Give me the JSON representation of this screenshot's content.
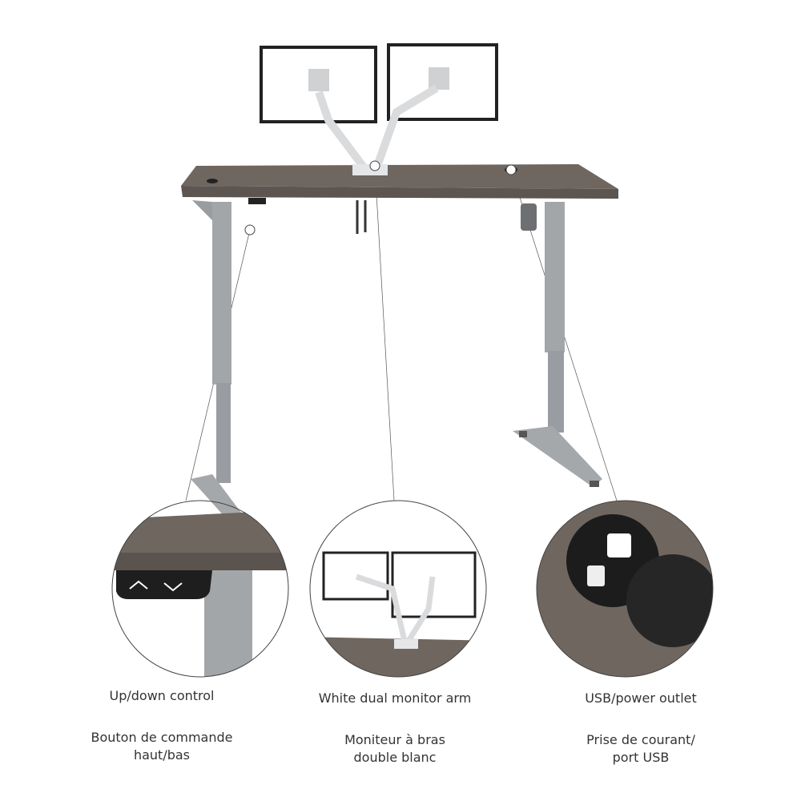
{
  "features": [
    {
      "label_en": "Up/down control",
      "label_fr_1": "Bouton de commande",
      "label_fr_2": "haut/bas"
    },
    {
      "label_en": "White dual monitor arm",
      "label_fr_1": "Moniteur à bras",
      "label_fr_2": "double blanc"
    },
    {
      "label_en": "USB/power outlet",
      "label_fr_1": "Prise de courant/",
      "label_fr_2": "port USB"
    }
  ],
  "colors": {
    "desktop": "#6f6660",
    "frame": "#a3a6a9",
    "text": "#333333"
  }
}
